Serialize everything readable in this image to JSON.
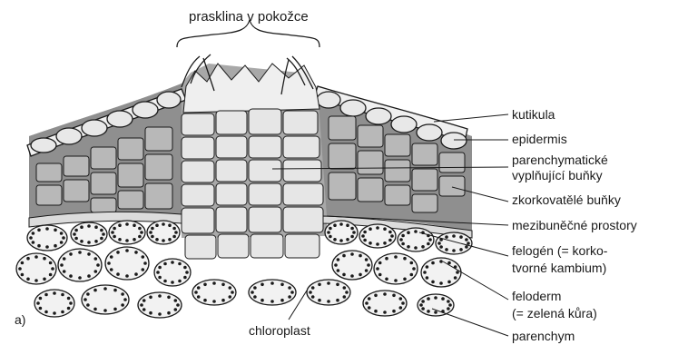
{
  "top_label": "prasklina v pokožce",
  "panel_letter": "a)",
  "bottom_label": "chloroplast",
  "labels": {
    "kutikula": "kutikula",
    "epidermis": "epidermis",
    "parenchyma_1": "parenchymatické",
    "parenchyma_2": "vyplňující buňky",
    "zkorkovatele": "zkorkovatělé buňky",
    "mezibunecne": "mezibuněčné prostory",
    "felogen_1": "felogén (= korko-",
    "felogen_2": "tvorné kambium)",
    "feloderm_1": "feloderm",
    "feloderm_2": "(= zelená kůra)",
    "parenchym": "parenchym"
  },
  "colors": {
    "ink": "#1a1a1a",
    "tissue_dark": "#8c8c8c",
    "tissue_mid": "#b5b5b5",
    "tissue_light": "#d9d9d9",
    "cell_fill": "#f2f2f2"
  }
}
